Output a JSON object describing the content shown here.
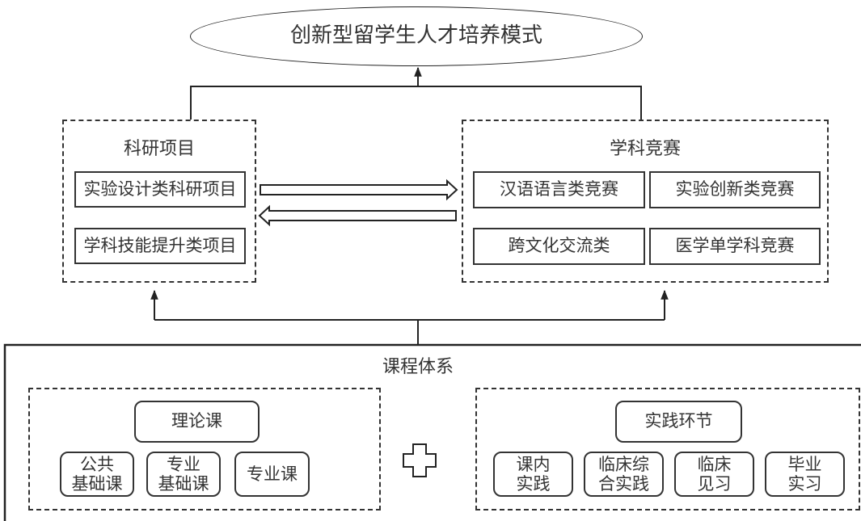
{
  "top_goal": {
    "label": "创新型留学生人才培养模式"
  },
  "research_projects": {
    "title": "科研项目",
    "items": [
      "实验设计类科研项目",
      "学科技能提升类项目"
    ]
  },
  "competitions": {
    "title": "学科竞赛",
    "items": [
      "汉语语言类竞赛",
      "实验创新类竞赛",
      "跨文化交流类",
      "医学单学科竞赛"
    ]
  },
  "curriculum": {
    "title": "课程体系",
    "theory": {
      "title": "理论课",
      "items": [
        {
          "line1": "公共",
          "line2": "基础课"
        },
        {
          "line1": "专业",
          "line2": "基础课"
        },
        {
          "line1": "专业课",
          "line2": ""
        }
      ]
    },
    "plus_symbol": "plus-icon",
    "practice": {
      "title": "实践环节",
      "items": [
        {
          "line1": "课内",
          "line2": "实践"
        },
        {
          "line1": "临床综",
          "line2": "合实践"
        },
        {
          "line1": "临床",
          "line2": "见习"
        },
        {
          "line1": "毕业",
          "line2": "实习"
        }
      ]
    }
  }
}
